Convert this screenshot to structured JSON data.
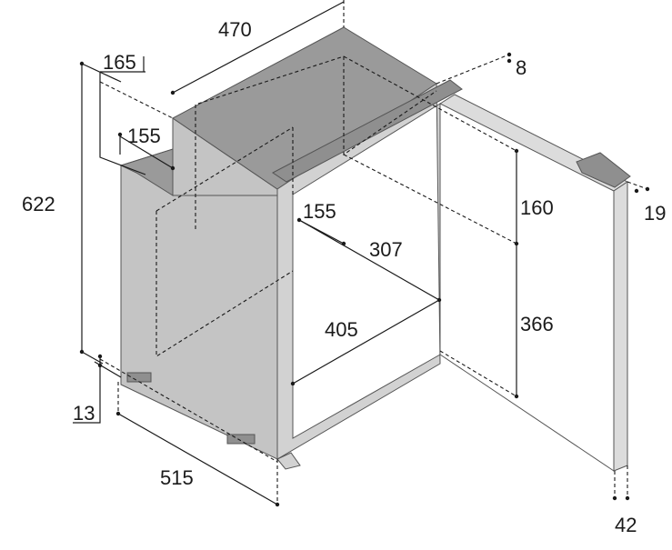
{
  "colors": {
    "top": "#9a9a9a",
    "side": "#c4c4c4",
    "front_frame": "#d2d2d2",
    "door": "#dcdcdc",
    "hinge": "#8f8f8f",
    "line": "#1a1a1a"
  },
  "dimensions": {
    "width_top": "470",
    "depth_top_offset": "165",
    "depth_step": "155",
    "height_total": "622",
    "door_gap": "8",
    "door_thickness": "19",
    "inner_depth_upper": "155",
    "inner_width_upper": "307",
    "inner_height_upper": "160",
    "inner_width_lower": "405",
    "inner_height_lower": "366",
    "feet_height": "13",
    "depth_bottom": "515",
    "door_bottom": "42"
  }
}
